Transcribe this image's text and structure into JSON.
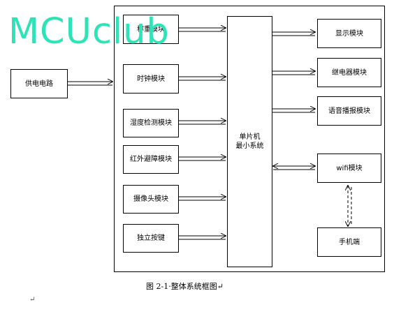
{
  "power_supply": "供电电路",
  "inputs": {
    "weighing": "称重模块",
    "clock": "时钟模块",
    "humidity": "湿度检测模块",
    "infrared": "红外避障模块",
    "camera": "摄像头模块",
    "button": "独立按键"
  },
  "mcu": {
    "line1": "单片机",
    "line2": "最小系统"
  },
  "outputs": {
    "display": "显示模块",
    "relay": "继电器模块",
    "voice": "语音播报模块",
    "wifi": "wifi模块",
    "phone": "手机端"
  },
  "caption": "图 2-1·整体系统框图↵",
  "paragraph_mark": "↵",
  "watermark": "MCUclub",
  "colors": {
    "watermark": "#2ee3b8",
    "line": "#000000"
  }
}
